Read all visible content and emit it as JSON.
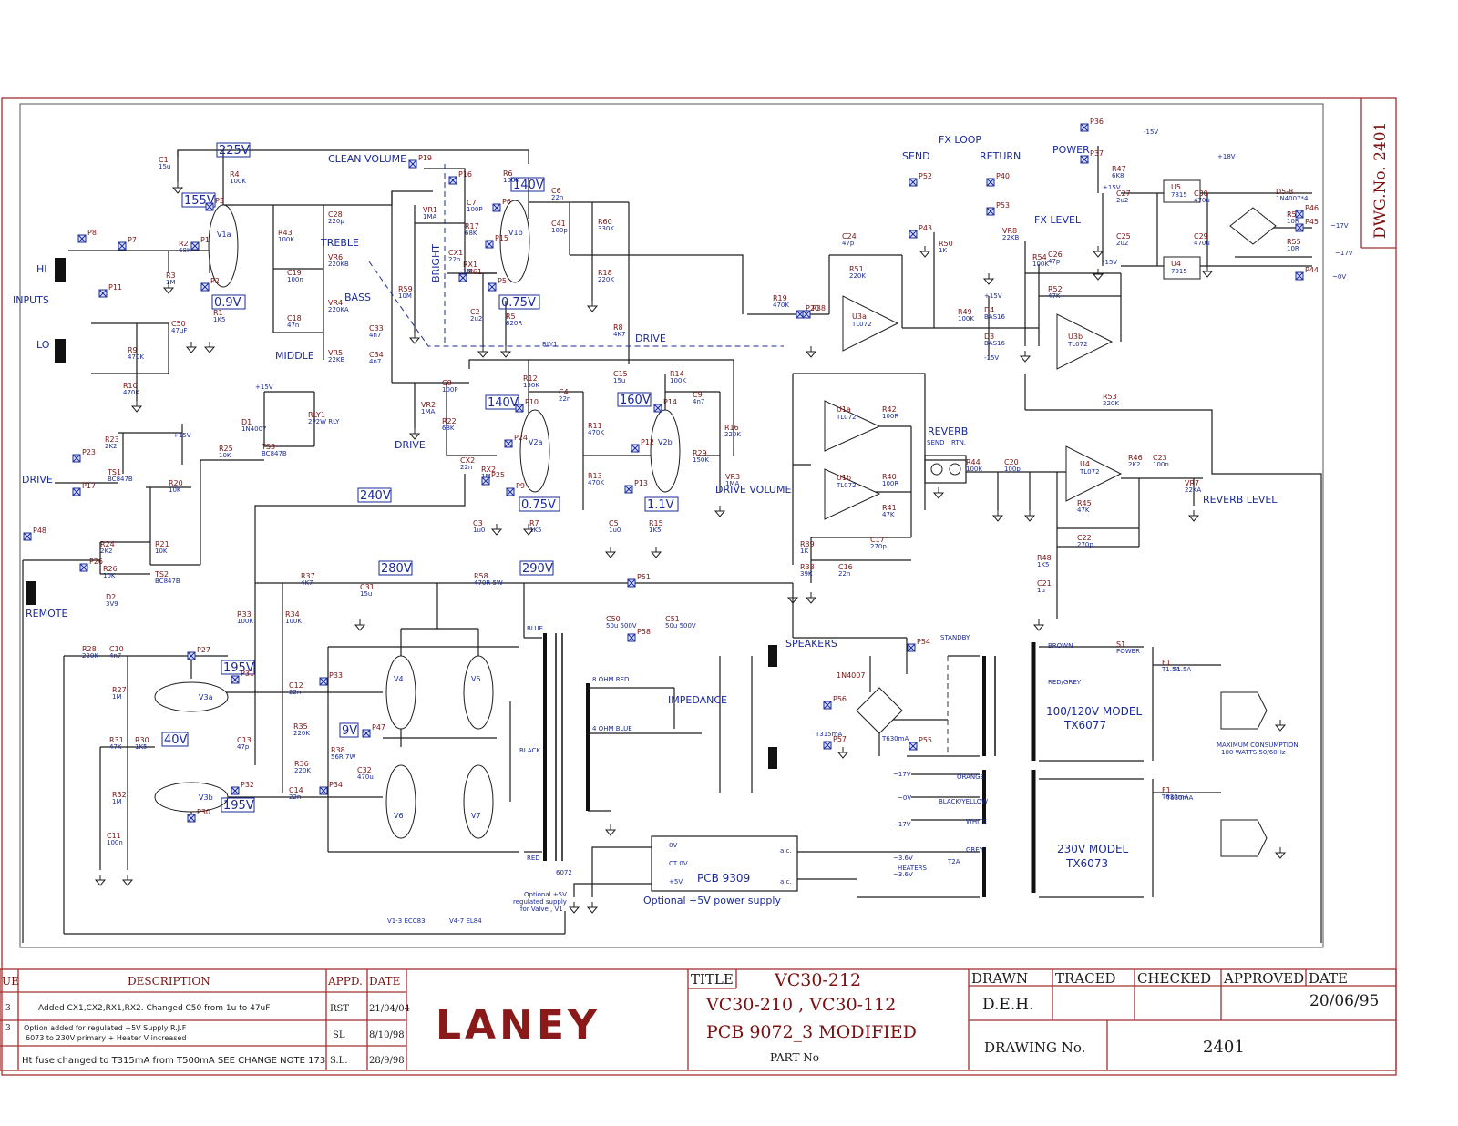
{
  "drawing_number_vertical": "DWG.No. 2401",
  "voltages": [
    {
      "id": "v225",
      "text": "225V"
    },
    {
      "id": "v155",
      "text": "155V"
    },
    {
      "id": "v09",
      "text": "0.9V"
    },
    {
      "id": "v140a",
      "text": "140V"
    },
    {
      "id": "v075a",
      "text": "0.75V"
    },
    {
      "id": "v140b",
      "text": "140V"
    },
    {
      "id": "v160",
      "text": "160V"
    },
    {
      "id": "v075b",
      "text": "0.75V"
    },
    {
      "id": "v11",
      "text": "1.1V"
    },
    {
      "id": "v240",
      "text": "240V"
    },
    {
      "id": "v280",
      "text": "280V"
    },
    {
      "id": "v290",
      "text": "290V"
    },
    {
      "id": "v195a",
      "text": "195V"
    },
    {
      "id": "v40",
      "text": "40V"
    },
    {
      "id": "v195b",
      "text": "195V"
    },
    {
      "id": "v9",
      "text": "9V"
    }
  ],
  "labels": {
    "clean_volume": "CLEAN  VOLUME",
    "treble": "TREBLE",
    "bass": "BASS",
    "middle": "MIDDLE",
    "bright": "BRIGHT",
    "rly1": "RLY1",
    "drive_a": "DRIVE",
    "drive_b": "DRIVE",
    "drive_c": "DRIVE",
    "drive_volume": "DRIVE  VOLUME",
    "inputs": "INPUTS",
    "hi": "HI",
    "lo": "LO",
    "remote": "REMOTE",
    "fx_loop": "FX  LOOP",
    "send": "SEND",
    "return": "RETURN",
    "fx_level": "FX  LEVEL",
    "power": "POWER",
    "reverb": "REVERB",
    "rev_send": "SEND",
    "rev_rtn": "RTN.",
    "reverb_level": "REVERB  LEVEL",
    "speakers": "SPEAKERS",
    "impedance": "IMPEDANCE",
    "ohm8": "8  OHM  RED",
    "ohm4": "4  OHM  BLUE",
    "black": "BLACK",
    "blue": "BLUE",
    "red": "RED",
    "standby": "STANDBY",
    "orange": "ORANGE",
    "black_yellow": "BLACK/YELLOW",
    "white": "WHITE",
    "grey": "GREY",
    "heaters": "HEATERS",
    "brown": "BROWN",
    "red_grey": "RED/GREY",
    "model_100": "100/120V  MODEL",
    "tx6077": "TX6077",
    "model_230": "230V  MODEL",
    "tx6073": "TX6073",
    "max_cons": "MAXIMUM  CONSUMPTION",
    "watts": "100  WATTS  50/60Hz",
    "pcb9309": "PCB  9309",
    "opt_supply": "Optional  +5V  power  supply",
    "opt_small_1": "Optional +5V",
    "opt_small_2": "regulated supply",
    "opt_small_3": "for Valve , V1",
    "valves_1": "V1-3  ECC83",
    "valves_2": "V4-7  EL84",
    "t6072": "6072",
    "p15v": "+15V",
    "m15v": "-15V",
    "p18v": "+18V",
    "m17v": "~17V",
    "zero_v": "~0V",
    "t315": "T315mA",
    "t630": "T630mA",
    "t630b": "T630mA",
    "t2a": "T2A",
    "t15a": "T1.5A",
    "t630c": "T630mA",
    "ov": "0V",
    "ctov": "CT  0V",
    "p5v": "+5V",
    "ac1": "a.c.",
    "ac2": "a.c.",
    "m36a": "~3.6V",
    "m36b": "~3.6V",
    "m17a": "~17V",
    "m0a": "~0V",
    "m17b": "~17V",
    "p18a": "+18V",
    "p15a": "+15V",
    "p15b": "+15V",
    "m15a": "-15V",
    "m15b": "-15V",
    "p15c": "+15V",
    "m15c": "-15V",
    "p15d": "+15V"
  },
  "revisions_header": {
    "issue": "UE",
    "description": "DESCRIPTION",
    "appd": "APPD.",
    "date": "DATE"
  },
  "revisions": [
    {
      "issue": "3",
      "desc": "Added  CX1,CX2,RX1,RX2.  Changed  C50  from  1u  to  47uF",
      "appd": "RST",
      "date": "21/04/04"
    },
    {
      "issue": "3",
      "desc": "Option added for regulated +5V Supply    R.J.F",
      "desc2": "6073  to  230V  primary + Heater V increased",
      "appd": "SL",
      "date": "8/10/98"
    },
    {
      "issue": "",
      "desc": "Ht  fuse  changed  to  T315mA  from  T500mA  SEE  CHANGE  NOTE  173",
      "appd": "S.L.",
      "date": "28/9/98"
    }
  ],
  "logo": "LANEY",
  "title_block": {
    "title_label": "TITLE",
    "title_line1": "VC30-212",
    "title_line2": "VC30-210  ,  VC30-112",
    "title_line3": "PCB  9072_3  MODIFIED",
    "part_no": "PART  No",
    "drawn": "DRAWN",
    "traced": "TRACED",
    "checked": "CHECKED",
    "approved": "APPROVED",
    "date": "DATE",
    "drawn_by": "D.E.H.",
    "date_value": "20/06/95",
    "drawing_no_label": "DRAWING  No.",
    "drawing_no": "2401"
  },
  "valves": [
    {
      "id": "V1a",
      "text": "V1a"
    },
    {
      "id": "V1b",
      "text": "V1b"
    },
    {
      "id": "V2a",
      "text": "V2a"
    },
    {
      "id": "V2b",
      "text": "V2b"
    },
    {
      "id": "V3a",
      "text": "V3a"
    },
    {
      "id": "V3b",
      "text": "V3b"
    },
    {
      "id": "V4",
      "text": "V4"
    },
    {
      "id": "V5",
      "text": "V5"
    },
    {
      "id": "V6",
      "text": "V6"
    },
    {
      "id": "V7",
      "text": "V7"
    }
  ],
  "opamps": [
    {
      "ref": "U3a",
      "part": "TL072"
    },
    {
      "ref": "U3b",
      "part": "TL072"
    },
    {
      "ref": "U1a",
      "part": "TL072"
    },
    {
      "ref": "U1b",
      "part": "TL072"
    },
    {
      "ref": "U4",
      "part": "TL072"
    },
    {
      "ref": "U5",
      "part": "7815"
    },
    {
      "ref": "U4",
      "part": "7915"
    }
  ],
  "components": [
    {
      "ref": "C1",
      "val": "15u"
    },
    {
      "ref": "R4",
      "val": "100K"
    },
    {
      "ref": "R43",
      "val": "100K"
    },
    {
      "ref": "C28",
      "val": "220p"
    },
    {
      "ref": "VR6",
      "val": "220KB"
    },
    {
      "ref": "C19",
      "val": "100n"
    },
    {
      "ref": "VR4",
      "val": "220KA"
    },
    {
      "ref": "C18",
      "val": "47n"
    },
    {
      "ref": "VR5",
      "val": "22KB"
    },
    {
      "ref": "R2",
      "val": "68K"
    },
    {
      "ref": "R3",
      "val": "1M"
    },
    {
      "ref": "C50",
      "val": "47uF"
    },
    {
      "ref": "R1",
      "val": "1K5"
    },
    {
      "ref": "R9",
      "val": "470K"
    },
    {
      "ref": "R10",
      "val": "470K"
    },
    {
      "ref": "VR1",
      "val": "1MA"
    },
    {
      "ref": "C7",
      "val": "100P"
    },
    {
      "ref": "R17",
      "val": "68K"
    },
    {
      "ref": "CX1",
      "val": "22n"
    },
    {
      "ref": "RX1",
      "val": "1M"
    },
    {
      "ref": "R59",
      "val": "10M"
    },
    {
      "ref": "C33",
      "val": "4n7"
    },
    {
      "ref": "C34",
      "val": "4n7"
    },
    {
      "ref": "R6",
      "val": "100K"
    },
    {
      "ref": "C6",
      "val": "22n"
    },
    {
      "ref": "C41",
      "val": "100p"
    },
    {
      "ref": "R60",
      "val": "330K"
    },
    {
      "ref": "R18",
      "val": "220K"
    },
    {
      "ref": "C2",
      "val": "2u2"
    },
    {
      "ref": "R5",
      "val": "820R"
    },
    {
      "ref": "R8",
      "val": "4K7"
    },
    {
      "ref": "C8",
      "val": "100P"
    },
    {
      "ref": "VR2",
      "val": "1MA"
    },
    {
      "ref": "R22",
      "val": "68K"
    },
    {
      "ref": "R12",
      "val": "150K"
    },
    {
      "ref": "C4",
      "val": "22n"
    },
    {
      "ref": "R11",
      "val": "470K"
    },
    {
      "ref": "R13",
      "val": "470K"
    },
    {
      "ref": "CX2",
      "val": "22n"
    },
    {
      "ref": "RX2",
      "val": "1M"
    },
    {
      "ref": "C3",
      "val": "1u0"
    },
    {
      "ref": "R7",
      "val": "1K5"
    },
    {
      "ref": "C15",
      "val": "15u"
    },
    {
      "ref": "R14",
      "val": "100K"
    },
    {
      "ref": "C9",
      "val": "4n7"
    },
    {
      "ref": "R16",
      "val": "220K"
    },
    {
      "ref": "R29",
      "val": "150K"
    },
    {
      "ref": "VR3",
      "val": "1MA"
    },
    {
      "ref": "C5",
      "val": "1u0"
    },
    {
      "ref": "R15",
      "val": "1K5"
    },
    {
      "ref": "D1",
      "val": "1N4007"
    },
    {
      "ref": "RLY1",
      "val": "2P2W RLY"
    },
    {
      "ref": "TS3",
      "val": "BC847B"
    },
    {
      "ref": "R25",
      "val": "10K"
    },
    {
      "ref": "R23",
      "val": "2K2"
    },
    {
      "ref": "TS1",
      "val": "BC847B"
    },
    {
      "ref": "R20",
      "val": "10K"
    },
    {
      "ref": "R24",
      "val": "2K2"
    },
    {
      "ref": "R21",
      "val": "10K"
    },
    {
      "ref": "R26",
      "val": "10K"
    },
    {
      "ref": "TS2",
      "val": "BC847B"
    },
    {
      "ref": "D2",
      "val": "3V9"
    },
    {
      "ref": "R37",
      "val": "4K7"
    },
    {
      "ref": "C31",
      "val": "15u"
    },
    {
      "ref": "R58",
      "val": "470R 5W"
    },
    {
      "ref": "R33",
      "val": "100K"
    },
    {
      "ref": "R34",
      "val": "100K"
    },
    {
      "ref": "R28",
      "val": "220K"
    },
    {
      "ref": "C10",
      "val": "4n7"
    },
    {
      "ref": "R27",
      "val": "1M"
    },
    {
      "ref": "R31",
      "val": "47K"
    },
    {
      "ref": "R30",
      "val": "1K5"
    },
    {
      "ref": "R32",
      "val": "1M"
    },
    {
      "ref": "C11",
      "val": "100n"
    },
    {
      "ref": "C12",
      "val": "22n"
    },
    {
      "ref": "C13",
      "val": "47p"
    },
    {
      "ref": "C14",
      "val": "22n"
    },
    {
      "ref": "R35",
      "val": "220K"
    },
    {
      "ref": "R36",
      "val": "220K"
    },
    {
      "ref": "R38",
      "val": "56R 7W"
    },
    {
      "ref": "C32",
      "val": "470u"
    },
    {
      "ref": "C24",
      "val": "47p"
    },
    {
      "ref": "R51",
      "val": "220K"
    },
    {
      "ref": "R19",
      "val": "470K"
    },
    {
      "ref": "R49",
      "val": "100K"
    },
    {
      "ref": "R50",
      "val": "1K"
    },
    {
      "ref": "D4",
      "val": "BAS16"
    },
    {
      "ref": "D3",
      "val": "BAS16"
    },
    {
      "ref": "VR8",
      "val": "22KB"
    },
    {
      "ref": "R54",
      "val": "100K"
    },
    {
      "ref": "C26",
      "val": "47p"
    },
    {
      "ref": "R52",
      "val": "47K"
    },
    {
      "ref": "R53",
      "val": "220K"
    },
    {
      "ref": "R42",
      "val": "100R"
    },
    {
      "ref": "R40",
      "val": "100R"
    },
    {
      "ref": "R41",
      "val": "47K"
    },
    {
      "ref": "C17",
      "val": "270p"
    },
    {
      "ref": "R39",
      "val": "1K"
    },
    {
      "ref": "R38",
      "val": "39K"
    },
    {
      "ref": "C16",
      "val": "22n"
    },
    {
      "ref": "R44",
      "val": "100K"
    },
    {
      "ref": "C20",
      "val": "100p"
    },
    {
      "ref": "R46",
      "val": "2K2"
    },
    {
      "ref": "C23",
      "val": "100n"
    },
    {
      "ref": "VR7",
      "val": "22KA"
    },
    {
      "ref": "R45",
      "val": "47K"
    },
    {
      "ref": "C22",
      "val": "270p"
    },
    {
      "ref": "R48",
      "val": "1K5"
    },
    {
      "ref": "C21",
      "val": "1u"
    },
    {
      "ref": "R47",
      "val": "6K8"
    },
    {
      "ref": "C27",
      "val": "2u2"
    },
    {
      "ref": "C25",
      "val": "2u2"
    },
    {
      "ref": "C30",
      "val": "470u"
    },
    {
      "ref": "C29",
      "val": "470u"
    },
    {
      "ref": "D5-8",
      "val": "1N4007*4"
    },
    {
      "ref": "R56",
      "val": "10R"
    },
    {
      "ref": "R55",
      "val": "10R"
    },
    {
      "ref": "1N4007",
      "val": ""
    },
    {
      "ref": "F1",
      "val": "T1.5A"
    },
    {
      "ref": "F1",
      "val": "T630mA"
    },
    {
      "ref": "C50",
      "val": "50u 500V"
    },
    {
      "ref": "C51",
      "val": "50u 500V"
    },
    {
      "ref": "S1",
      "val": "POWER"
    }
  ],
  "test_points": [
    "P8",
    "P7",
    "P1",
    "P11",
    "P3",
    "P2",
    "P19",
    "P16",
    "P15",
    "P61",
    "P6",
    "P5",
    "P10",
    "P24",
    "P25",
    "P9",
    "P14",
    "P12",
    "P13",
    "P23",
    "P17",
    "P26",
    "P48",
    "P27",
    "P31",
    "P32",
    "P30",
    "P33",
    "P34",
    "P47",
    "P51",
    "P58",
    "P52",
    "P43",
    "P40",
    "P53",
    "P20",
    "P38",
    "P36",
    "P37",
    "P44",
    "P45",
    "P46",
    "P54",
    "P55",
    "P56",
    "P57"
  ]
}
